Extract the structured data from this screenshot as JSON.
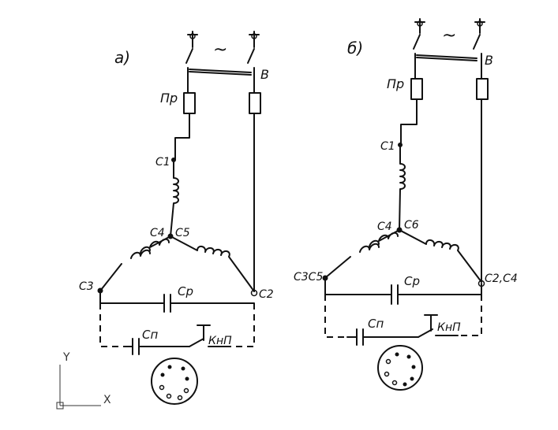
{
  "diagram_a": {
    "caption": "а)",
    "ac_symbol": "~",
    "switch_label": "В",
    "fuse_label": "Пр",
    "c1_label": "С1",
    "c4c5_label": "С4",
    "c5_label": "С5",
    "c3_label": "С3",
    "c2_label": "С2",
    "cr_label": "Ср",
    "cp_label": "Сп",
    "button_label": "КнП"
  },
  "diagram_b": {
    "caption": "б)",
    "ac_symbol": "~",
    "switch_label": "В",
    "fuse_label": "Пр",
    "c1_label": "С1",
    "c4_label": "С4",
    "c6_label": "С6",
    "c3c5_label": "С3С5",
    "c2c4_label": "С2,С4",
    "cr_label": "Ср",
    "cp_label": "Сп",
    "button_label": "КнП"
  },
  "ucs": {
    "y_label": "Y",
    "x_label": "X"
  }
}
